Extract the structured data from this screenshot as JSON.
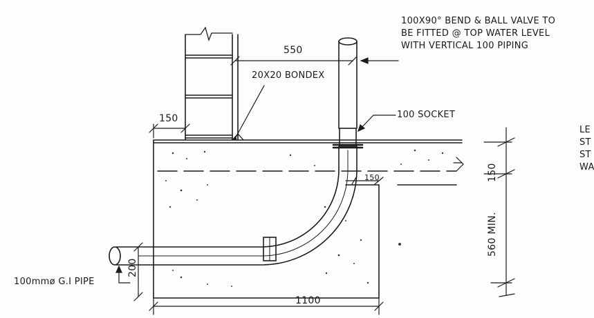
{
  "diagram": {
    "callouts": {
      "bend_valve": [
        "100X90° BEND & BALL VALVE TO",
        "BE FITTED @ TOP WATER LEVEL",
        "WITH VERTICAL 100 PIPING"
      ],
      "bondex": "20X20 BONDEX",
      "socket": "100 SOCKET",
      "pipe": "100mmø G.I PIPE",
      "cut_note": [
        "LE",
        "ST",
        "ST",
        "WA"
      ]
    },
    "dimensions": {
      "top_span": "550",
      "wall_width": "150",
      "slab_offset": "150",
      "slab_depth": "150",
      "min_depth": "560 MIN.",
      "pipe_height": "200",
      "base_width": "1100"
    }
  }
}
